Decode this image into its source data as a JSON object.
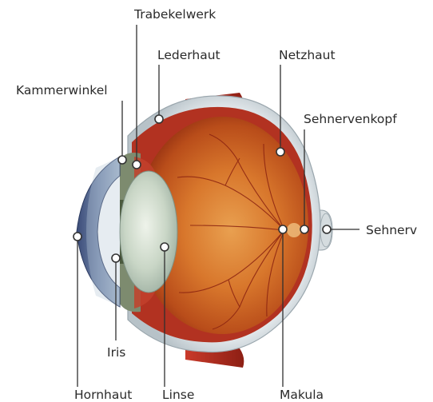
{
  "labels": {
    "trabekelwerk": "Trabekelwerk",
    "lederhaut": "Lederhaut",
    "netzhaut": "Netzhaut",
    "kammerwinkel": "Kammerwinkel",
    "sehnervenkopf": "Sehnervenkopf",
    "sehnerv": "Sehnerv",
    "iris": "Iris",
    "hornhaut": "Hornhaut",
    "linse": "Linse",
    "makula": "Makula"
  }
}
